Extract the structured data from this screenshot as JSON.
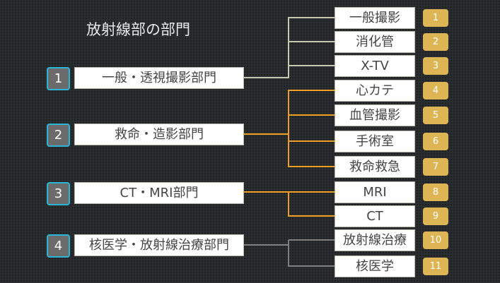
{
  "title": "放射線部の部門",
  "departments": [
    {
      "num": "1",
      "label": "一般・透視撮影部門"
    },
    {
      "num": "2",
      "label": "救命・造影部門"
    },
    {
      "num": "3",
      "label": "CT・MRI部門"
    },
    {
      "num": "4",
      "label": "核医学・放射線治療部門"
    }
  ],
  "sections": [
    {
      "num": "1",
      "label": "一般撮影"
    },
    {
      "num": "2",
      "label": "消化管"
    },
    {
      "num": "3",
      "label": "X-TV"
    },
    {
      "num": "4",
      "label": "心カテ"
    },
    {
      "num": "5",
      "label": "血管撮影"
    },
    {
      "num": "6",
      "label": "手術室"
    },
    {
      "num": "7",
      "label": "救命救急"
    },
    {
      "num": "8",
      "label": "MRI"
    },
    {
      "num": "9",
      "label": "CT"
    },
    {
      "num": "10",
      "label": "放射線治療"
    },
    {
      "num": "11",
      "label": "核医学"
    }
  ],
  "colors": {
    "group1": "#c8c8b0",
    "group2": "#f0a020",
    "group3": "#f0a020",
    "group4": "#808080",
    "badge_left": "#6b6b6b",
    "badge_right": "#deb554"
  }
}
